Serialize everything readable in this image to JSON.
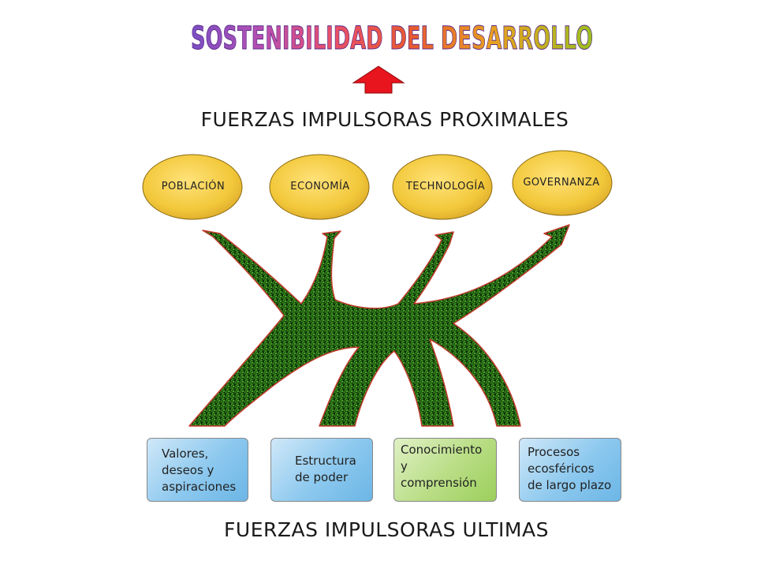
{
  "title": "SOSTENIBILIDAD DEL DESARROLLO",
  "heading_top": "FUERZAS IMPULSORAS PROXIMALES",
  "heading_bottom": "FUERZAS IMPULSORAS ULTIMAS",
  "proximal": [
    {
      "label": "POBLACIÓN"
    },
    {
      "label": "ECONOMÍA"
    },
    {
      "label": "TECHNOLOGÍA"
    },
    {
      "label": "GOVERNANZA"
    }
  ],
  "ultimate": [
    {
      "lines": [
        "Valores,",
        "deseos y",
        "aspiraciones"
      ]
    },
    {
      "lines": [
        "Estructura",
        "de poder"
      ]
    },
    {
      "lines": [
        "Conocimiento",
        "y",
        "comprensión"
      ]
    },
    {
      "lines": [
        "Procesos",
        "ecosféricos",
        "de largo plazo"
      ]
    }
  ],
  "colors": {
    "ellipse_fill": "#f2c83a",
    "arrow_red": "#e8141e",
    "network_green": "#1f5a12",
    "network_outline": "#c0392b",
    "box_blue": "#8cc8ee",
    "box_green": "#b8dd84"
  },
  "icons": {
    "top_arrow": "up-arrow-icon"
  }
}
